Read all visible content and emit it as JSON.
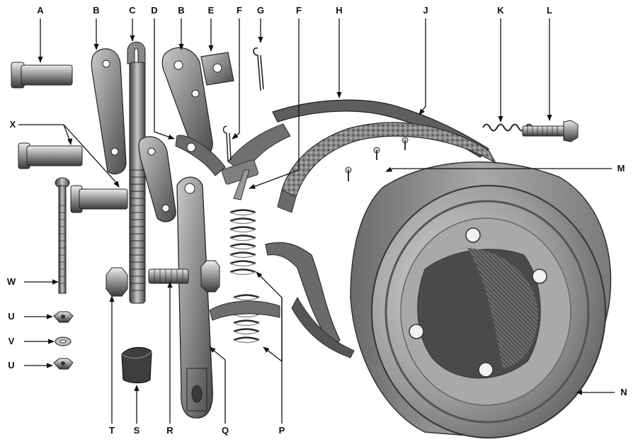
{
  "colors": {
    "background": "#ffffff",
    "metal_dark": "#3f3f3f",
    "metal_mid": "#777777",
    "metal_light": "#b5b5b5",
    "lining": "#8a8a8a",
    "line": "#111111"
  },
  "labels": {
    "A": "A",
    "B": "B",
    "C": "C",
    "D": "D",
    "E": "E",
    "F": "F",
    "G": "G",
    "H": "H",
    "J": "J",
    "K": "K",
    "L": "L",
    "M": "M",
    "N": "N",
    "P": "P",
    "Q": "Q",
    "R": "R",
    "S": "S",
    "T": "T",
    "U": "U",
    "V": "V",
    "W": "W",
    "X": "X"
  }
}
